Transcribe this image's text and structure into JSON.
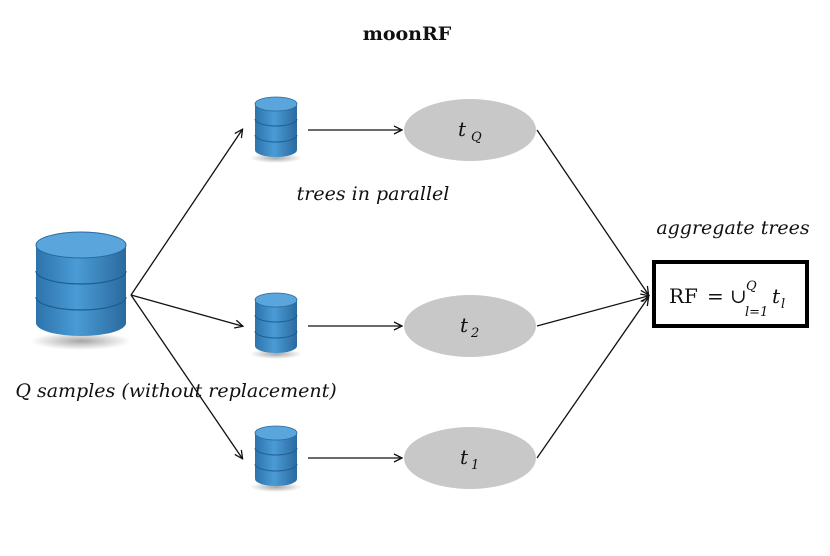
{
  "title": "moonRF",
  "labels": {
    "samples": "Q samples (without replacement)",
    "parallel": "trees in parallel",
    "aggregate": "aggregate trees"
  },
  "trees": [
    {
      "base": "t",
      "sub": "Q"
    },
    {
      "base": "t",
      "sub": "2"
    },
    {
      "base": "t",
      "sub": "1"
    }
  ],
  "result": {
    "lhs": "RF",
    "eq": "=",
    "union": "∪",
    "sub": "l=1",
    "sup": "Q",
    "rhs_base": "t",
    "rhs_sub": "l"
  },
  "colors": {
    "cylinder": "#3b87c2",
    "cylinder_dark": "#2a6a9e",
    "ellipse": "#c8c8c8"
  }
}
